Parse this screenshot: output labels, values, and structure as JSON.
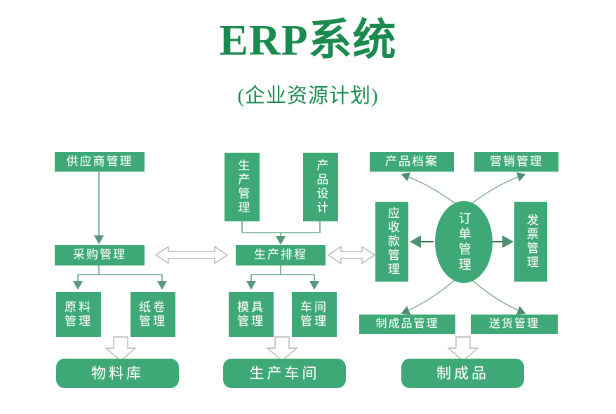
{
  "header": {
    "title": "ERP系统",
    "subtitle": "(企业资源计划)"
  },
  "colors": {
    "title_green": "#1a8a4e",
    "node_green": "#3ea876",
    "node_text": "#ffffff",
    "thin_arrow": "#5f9e7e",
    "hollow_arrow_stroke": "#a9a9a9",
    "background": "#ffffff"
  },
  "diagram": {
    "type": "flowchart",
    "columns": [
      {
        "name": "procurement-column",
        "nodes": [
          "supplier-management",
          "purchasing-management",
          "raw-material-management",
          "paper-roll-management",
          "material-warehouse"
        ]
      },
      {
        "name": "production-column",
        "nodes": [
          "production-management",
          "product-design",
          "production-scheduling",
          "mold-management",
          "workshop-management",
          "production-workshop"
        ]
      },
      {
        "name": "order-column",
        "nodes": [
          "product-archive",
          "marketing-management",
          "receivables-management",
          "order-management",
          "invoice-management",
          "finished-goods-management",
          "delivery-management",
          "finished-goods"
        ]
      }
    ],
    "nodes": {
      "supplier_management": "供应商管理",
      "purchasing_management": "采购管理",
      "raw_material_management_l1": "原料",
      "raw_material_management_l2": "管理",
      "paper_roll_management_l1": "纸卷",
      "paper_roll_management_l2": "管理",
      "material_warehouse": "物料库",
      "production_management": "生产管理",
      "product_design": "产品设计",
      "production_scheduling": "生产排程",
      "mold_management_l1": "模具",
      "mold_management_l2": "管理",
      "workshop_management_l1": "车间",
      "workshop_management_l2": "管理",
      "production_workshop": "生产车间",
      "product_archive": "产品档案",
      "marketing_management": "营销管理",
      "receivables_management": "应收款管理",
      "order_management": "订单管理",
      "invoice_management": "发票管理",
      "finished_goods_management": "制成品管理",
      "delivery_management": "送货管理",
      "finished_goods": "制成品"
    },
    "connectors": [
      {
        "name": "supplier-to-purchasing",
        "style": "thin-arrow",
        "direction": "down"
      },
      {
        "name": "purchasing-to-raw-material",
        "style": "thin-arrow",
        "direction": "down"
      },
      {
        "name": "purchasing-to-paper-roll",
        "style": "thin-arrow",
        "direction": "down"
      },
      {
        "name": "raw-paper-to-material-warehouse",
        "style": "hollow-block-arrow",
        "direction": "down"
      },
      {
        "name": "purchasing-to-scheduling",
        "style": "hollow-double-arrow",
        "direction": "horizontal"
      },
      {
        "name": "production-mgmt-to-scheduling",
        "style": "thin-arrow",
        "direction": "down"
      },
      {
        "name": "product-design-to-scheduling",
        "style": "thin-arrow",
        "direction": "down"
      },
      {
        "name": "scheduling-to-mold",
        "style": "thin-arrow",
        "direction": "down"
      },
      {
        "name": "scheduling-to-workshop",
        "style": "thin-arrow",
        "direction": "down"
      },
      {
        "name": "mold-workshop-to-production-workshop",
        "style": "hollow-block-arrow",
        "direction": "down"
      },
      {
        "name": "scheduling-to-receivables",
        "style": "hollow-double-arrow",
        "direction": "horizontal"
      },
      {
        "name": "order-to-product-archive",
        "style": "curved-arrow",
        "direction": "up-left"
      },
      {
        "name": "order-to-marketing",
        "style": "curved-arrow",
        "direction": "up-right"
      },
      {
        "name": "order-to-receivables",
        "style": "thin-arrow",
        "direction": "left"
      },
      {
        "name": "order-to-invoice",
        "style": "thin-arrow",
        "direction": "right"
      },
      {
        "name": "order-to-finished-goods-mgmt",
        "style": "curved-arrow",
        "direction": "down-left"
      },
      {
        "name": "order-to-delivery",
        "style": "curved-arrow",
        "direction": "down-right"
      },
      {
        "name": "finished-delivery-to-finished-goods",
        "style": "hollow-block-arrow",
        "direction": "down"
      }
    ]
  }
}
